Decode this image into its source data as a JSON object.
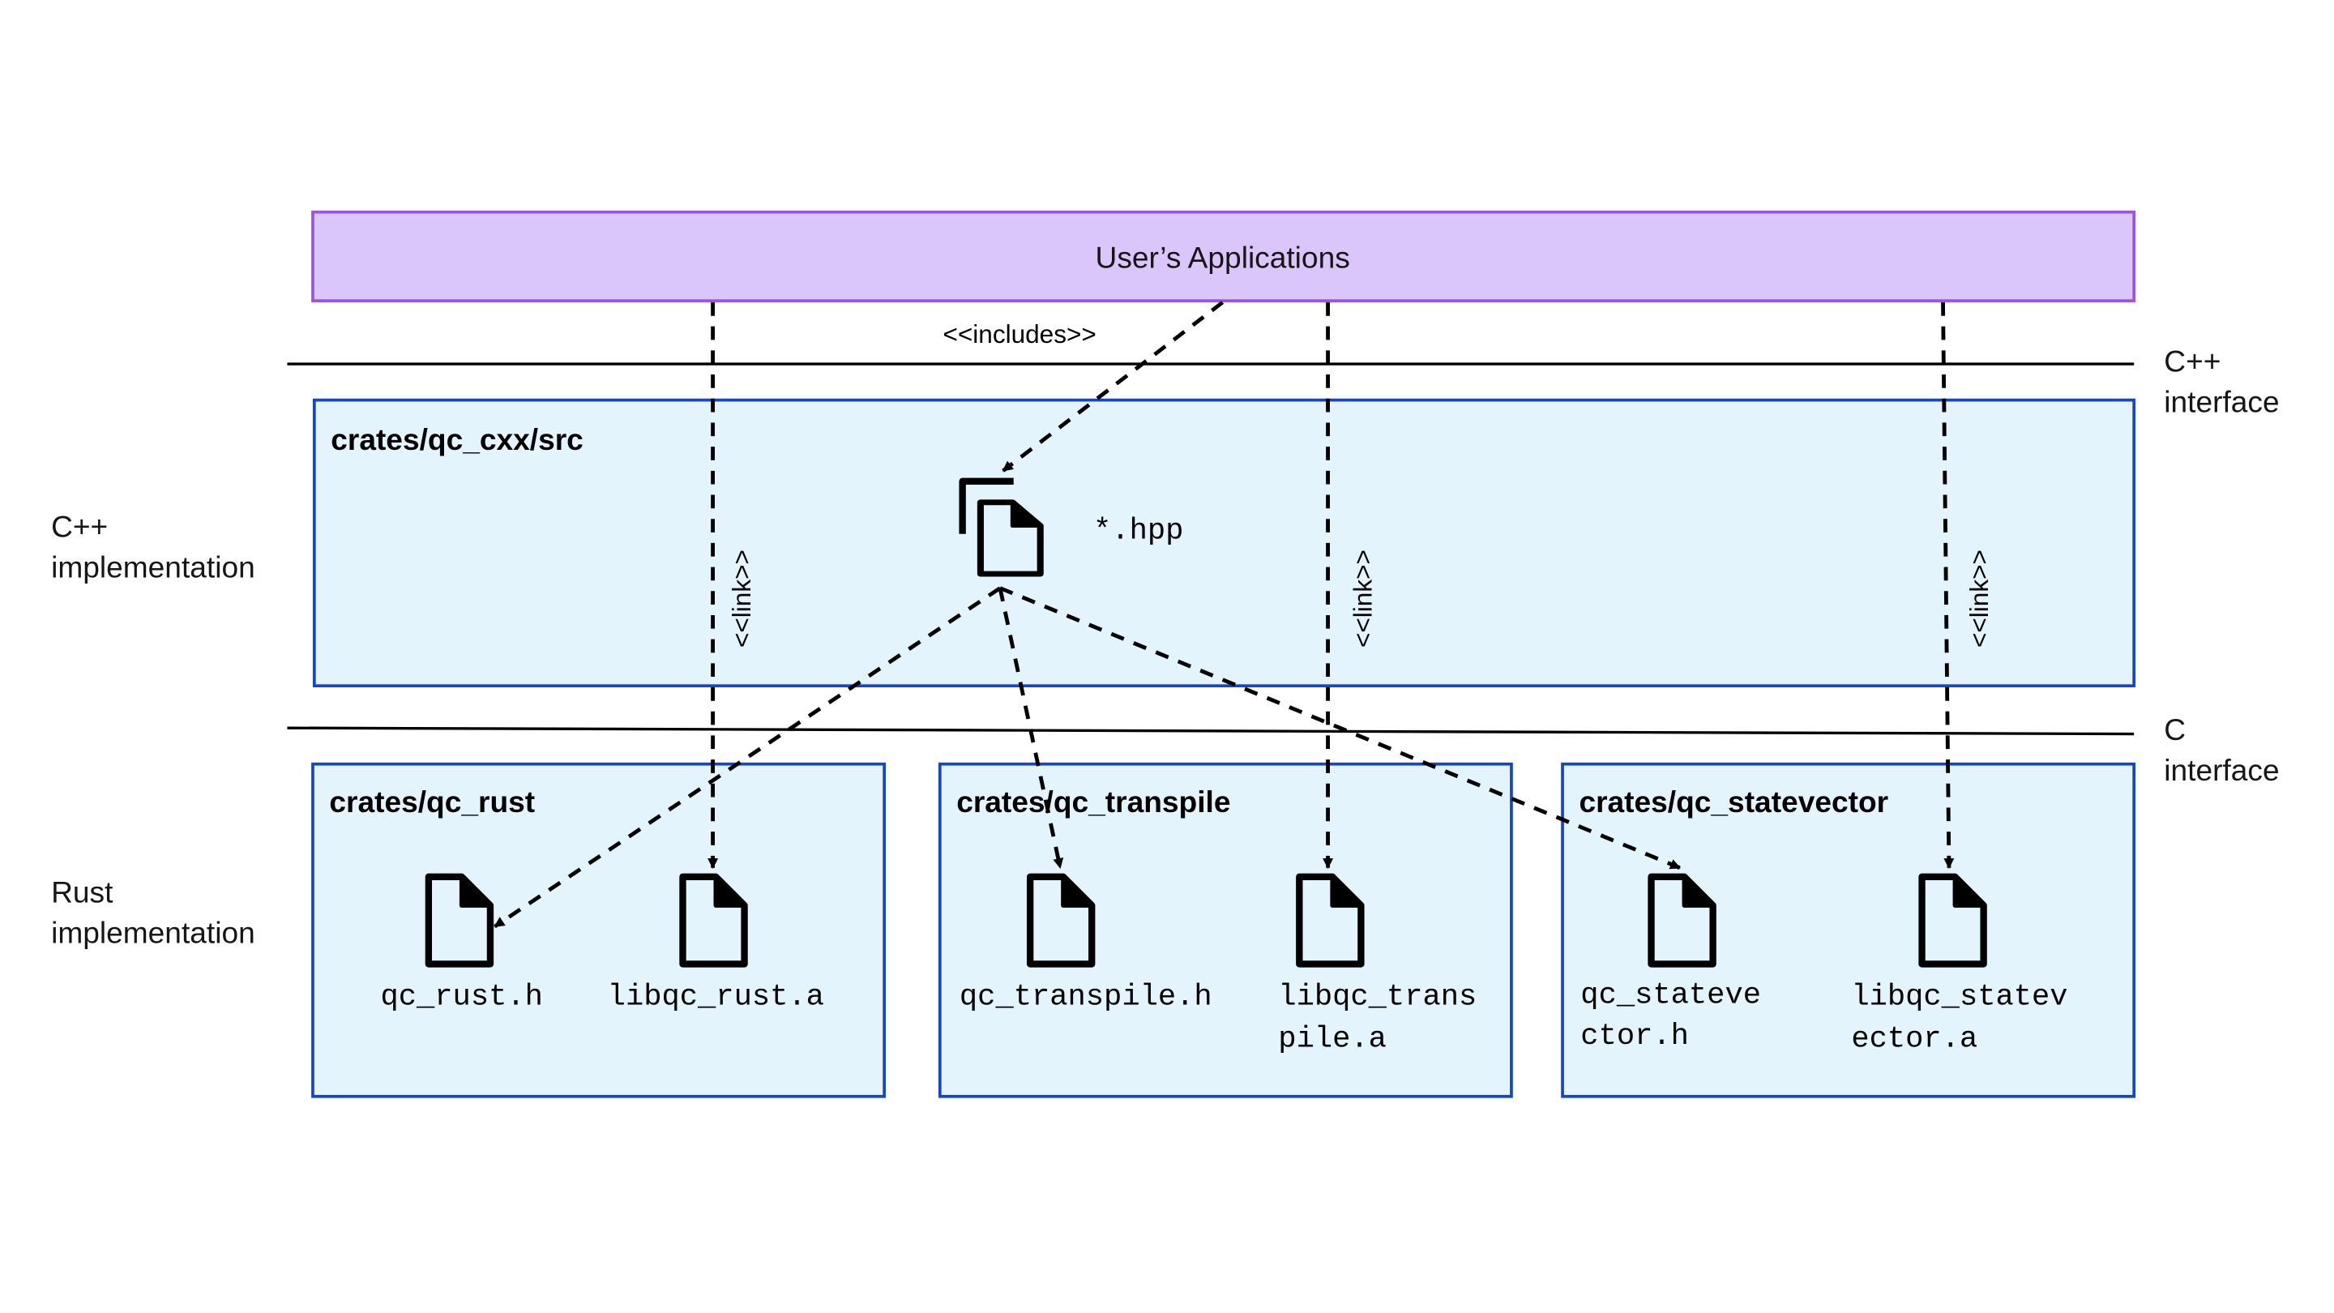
{
  "app": {
    "title": "User’s Applications",
    "fill": "#dbc6fb",
    "stroke": "#9a55e0"
  },
  "boundaries": {
    "cpp_interface": [
      "C++",
      "interface"
    ],
    "c_interface": [
      "C",
      "interface"
    ]
  },
  "layers": {
    "cpp_impl": [
      "C++",
      "implementation"
    ],
    "rust_impl": [
      "Rust",
      "implementation"
    ]
  },
  "colors": {
    "box_fill": "#e3f4fd",
    "box_stroke": "#1746c2"
  },
  "relations": {
    "includes": "<<includes>>",
    "link": "<<link>>"
  },
  "cxx": {
    "title": "crates/qc_cxx/src",
    "headers": "*.hpp"
  },
  "crates": [
    {
      "title": "crates/qc_rust",
      "header": [
        "qc_rust.h"
      ],
      "lib": [
        "libqc_rust.a"
      ]
    },
    {
      "title": "crates/qc_transpile",
      "header": [
        "qc_transpile.h"
      ],
      "lib": [
        "libqc_trans",
        "pile.a"
      ]
    },
    {
      "title": "crates/qc_statevector",
      "header": [
        "qc_stateve",
        "ctor.h"
      ],
      "lib": [
        "libqc_statev",
        "ector.a"
      ]
    }
  ]
}
